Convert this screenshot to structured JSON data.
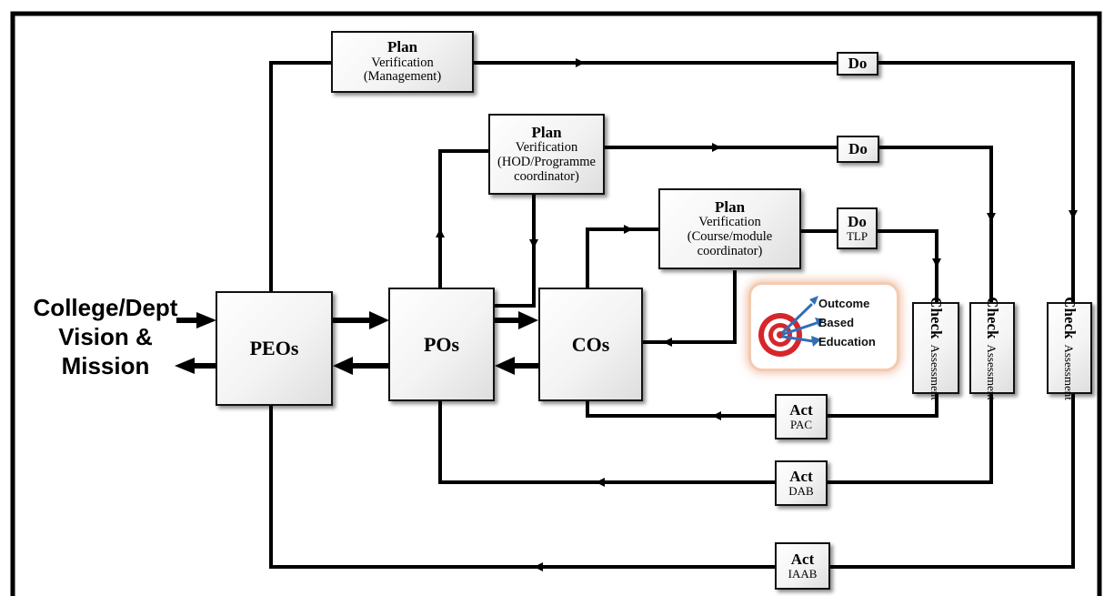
{
  "vision": {
    "line1": "College/Dept",
    "line2": "Vision &",
    "line3": "Mission"
  },
  "core": {
    "peos": "PEOs",
    "pos": "POs",
    "cos": "COs"
  },
  "plan_mgmt": {
    "title": "Plan",
    "line1": "Verification",
    "line2": "(Management)"
  },
  "plan_hod": {
    "title": "Plan",
    "line1": "Verification",
    "line2": "(HOD/Programme",
    "line3": "coordinator)"
  },
  "plan_course": {
    "title": "Plan",
    "line1": "Verification",
    "line2": "(Course/module",
    "line3": "coordinator)"
  },
  "do_boxes": {
    "do_top": "Do",
    "do_mid": "Do",
    "do_tlp": "Do",
    "tlp": "TLP"
  },
  "check_boxes": [
    {
      "title": "Check",
      "sub": "Assessment"
    },
    {
      "title": "Check",
      "sub": "Assessment"
    },
    {
      "title": "Check",
      "sub": "Assessment"
    }
  ],
  "act_boxes": [
    {
      "title": "Act",
      "sub": "PAC"
    },
    {
      "title": "Act",
      "sub": "DAB"
    },
    {
      "title": "Act",
      "sub": "IAAB"
    }
  ],
  "obe_badge": {
    "line1": "Outcome",
    "line2": "Based",
    "line3": "Education"
  },
  "colors": {
    "line": "#000000",
    "box_border": "#111111",
    "target_red": "#d7262b",
    "dart_blue": "#2f6fb7",
    "badge_glow": "#f3cbb0"
  }
}
